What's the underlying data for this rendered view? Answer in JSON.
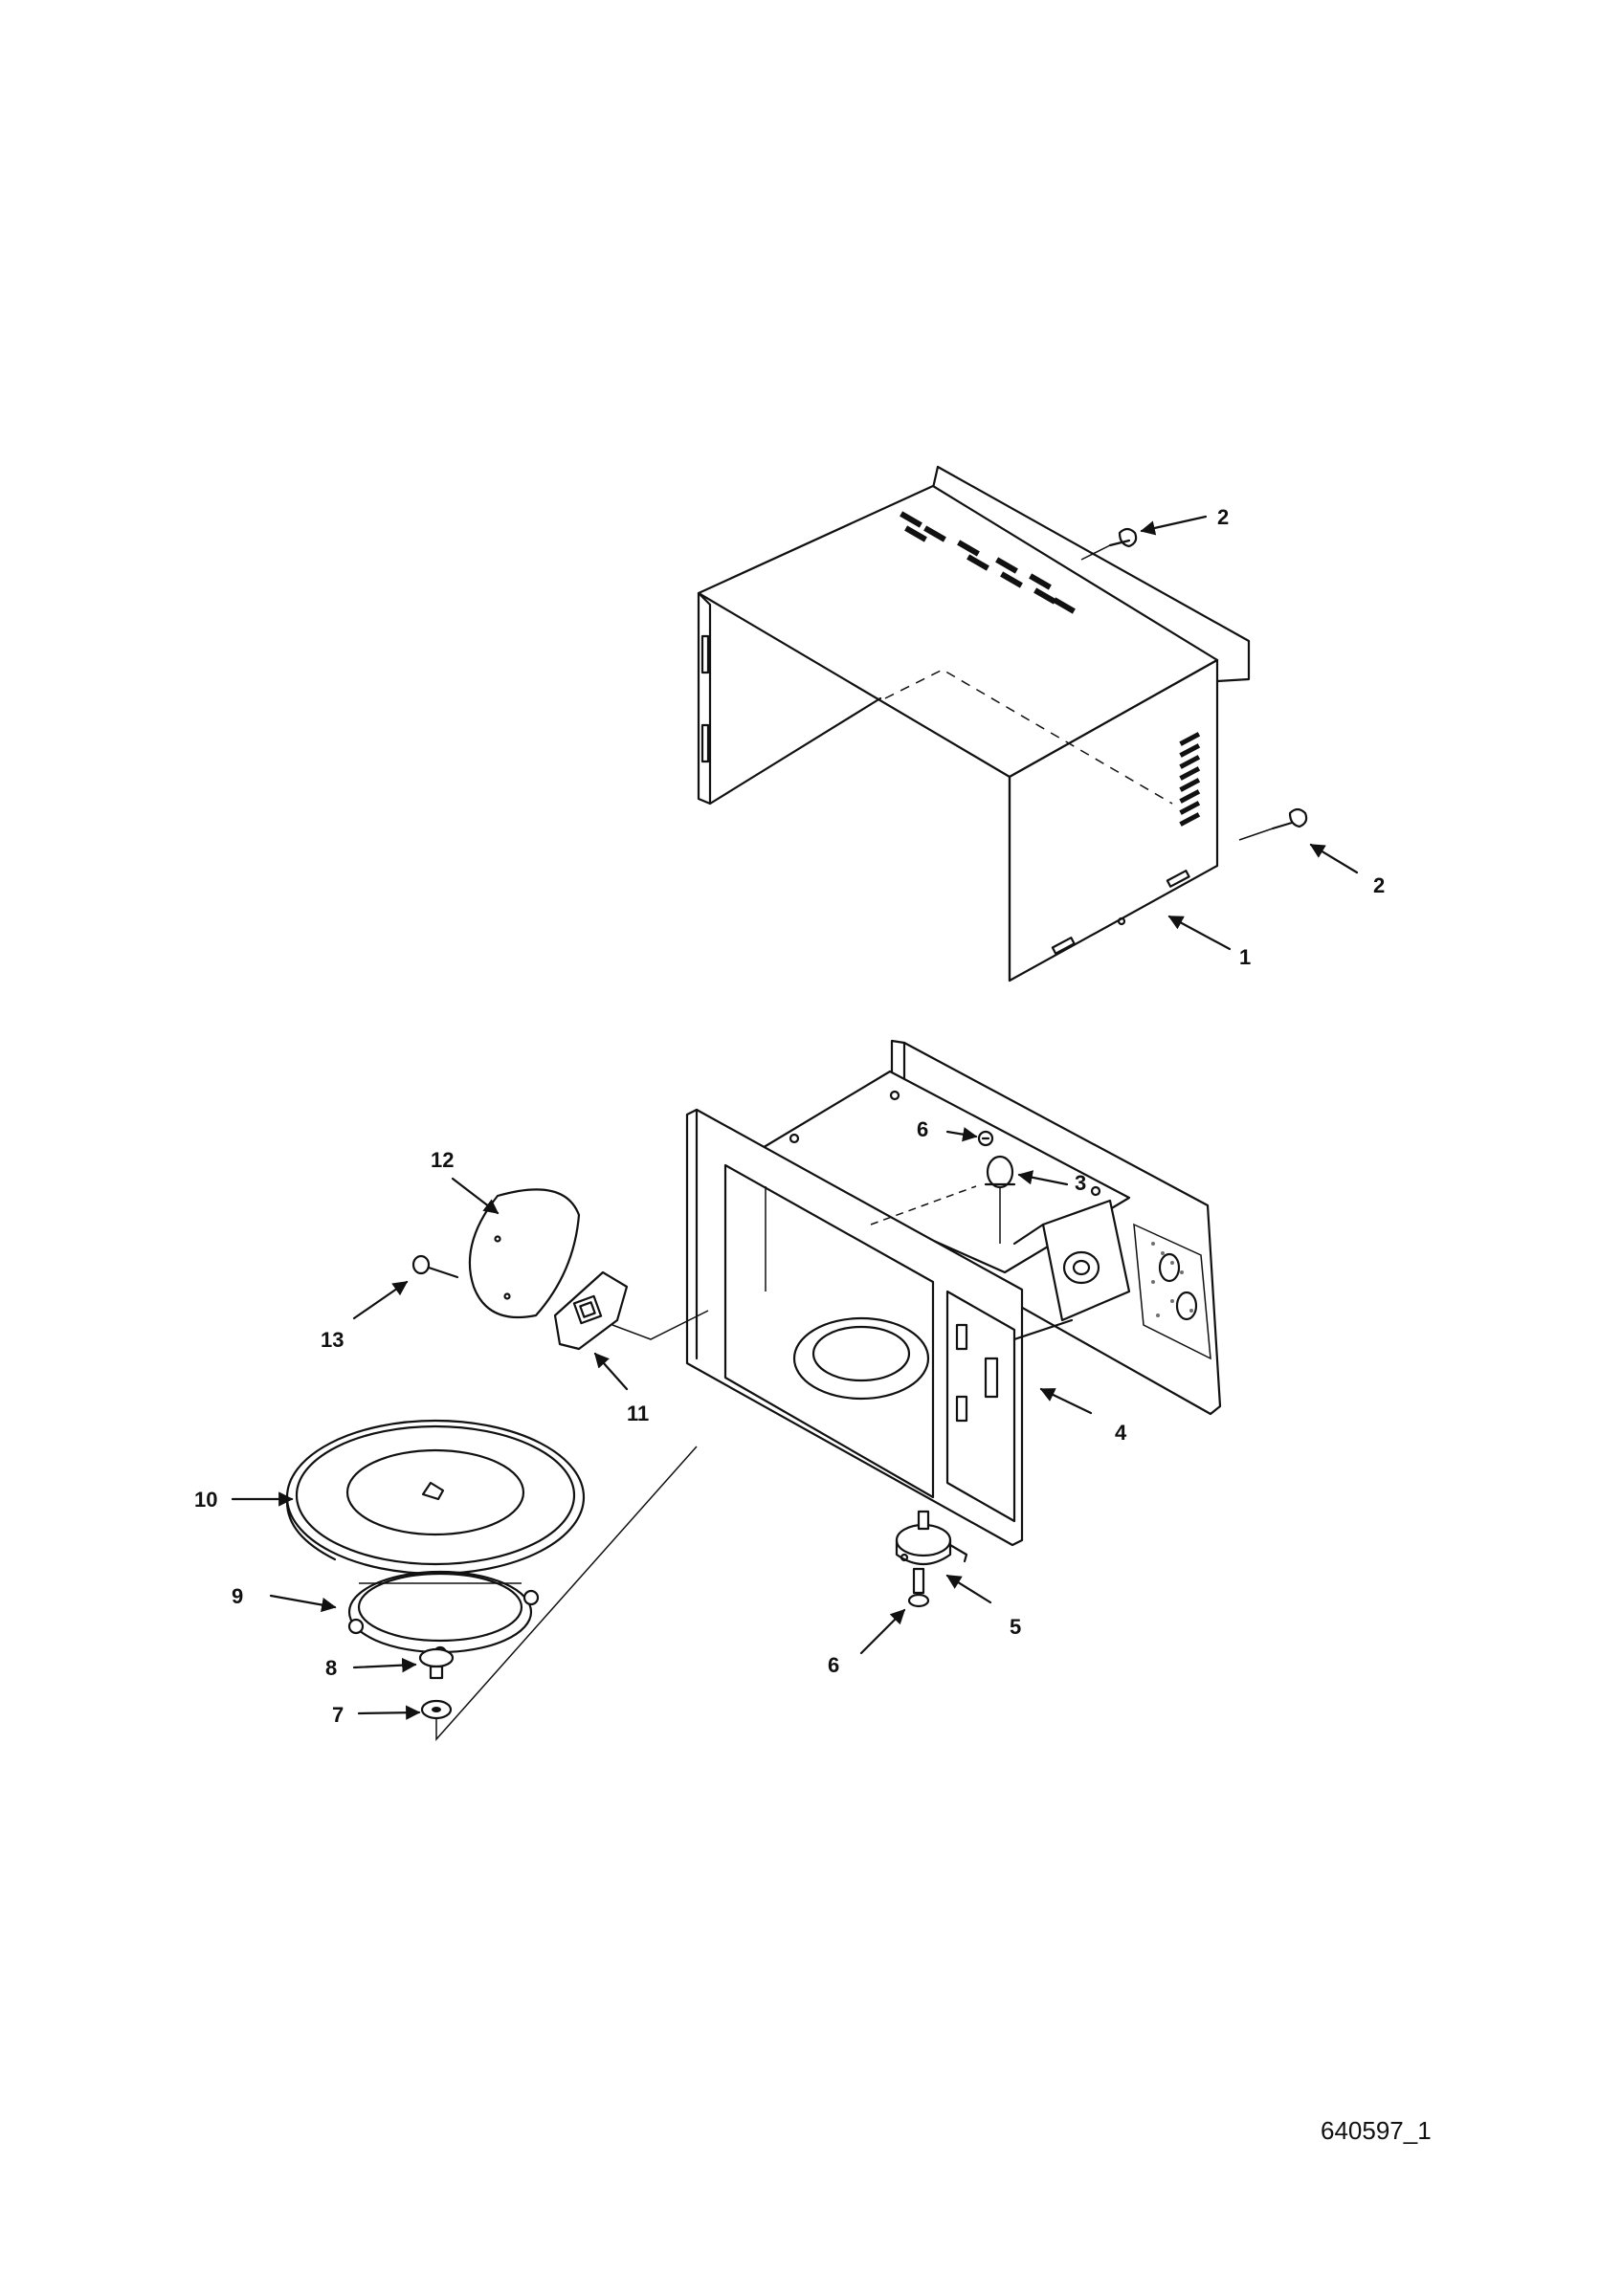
{
  "diagram": {
    "callouts": [
      {
        "id": "c1",
        "text": "1"
      },
      {
        "id": "c2a",
        "text": "2"
      },
      {
        "id": "c2b",
        "text": "2"
      },
      {
        "id": "c3",
        "text": "3"
      },
      {
        "id": "c4",
        "text": "4"
      },
      {
        "id": "c5",
        "text": "5"
      },
      {
        "id": "c6a",
        "text": "6"
      },
      {
        "id": "c6b",
        "text": "6"
      },
      {
        "id": "c7",
        "text": "7"
      },
      {
        "id": "c8",
        "text": "8"
      },
      {
        "id": "c9",
        "text": "9"
      },
      {
        "id": "c10",
        "text": "10"
      },
      {
        "id": "c11",
        "text": "11"
      },
      {
        "id": "c12",
        "text": "12"
      },
      {
        "id": "c13",
        "text": "13"
      }
    ],
    "document_id": "640597_1"
  }
}
